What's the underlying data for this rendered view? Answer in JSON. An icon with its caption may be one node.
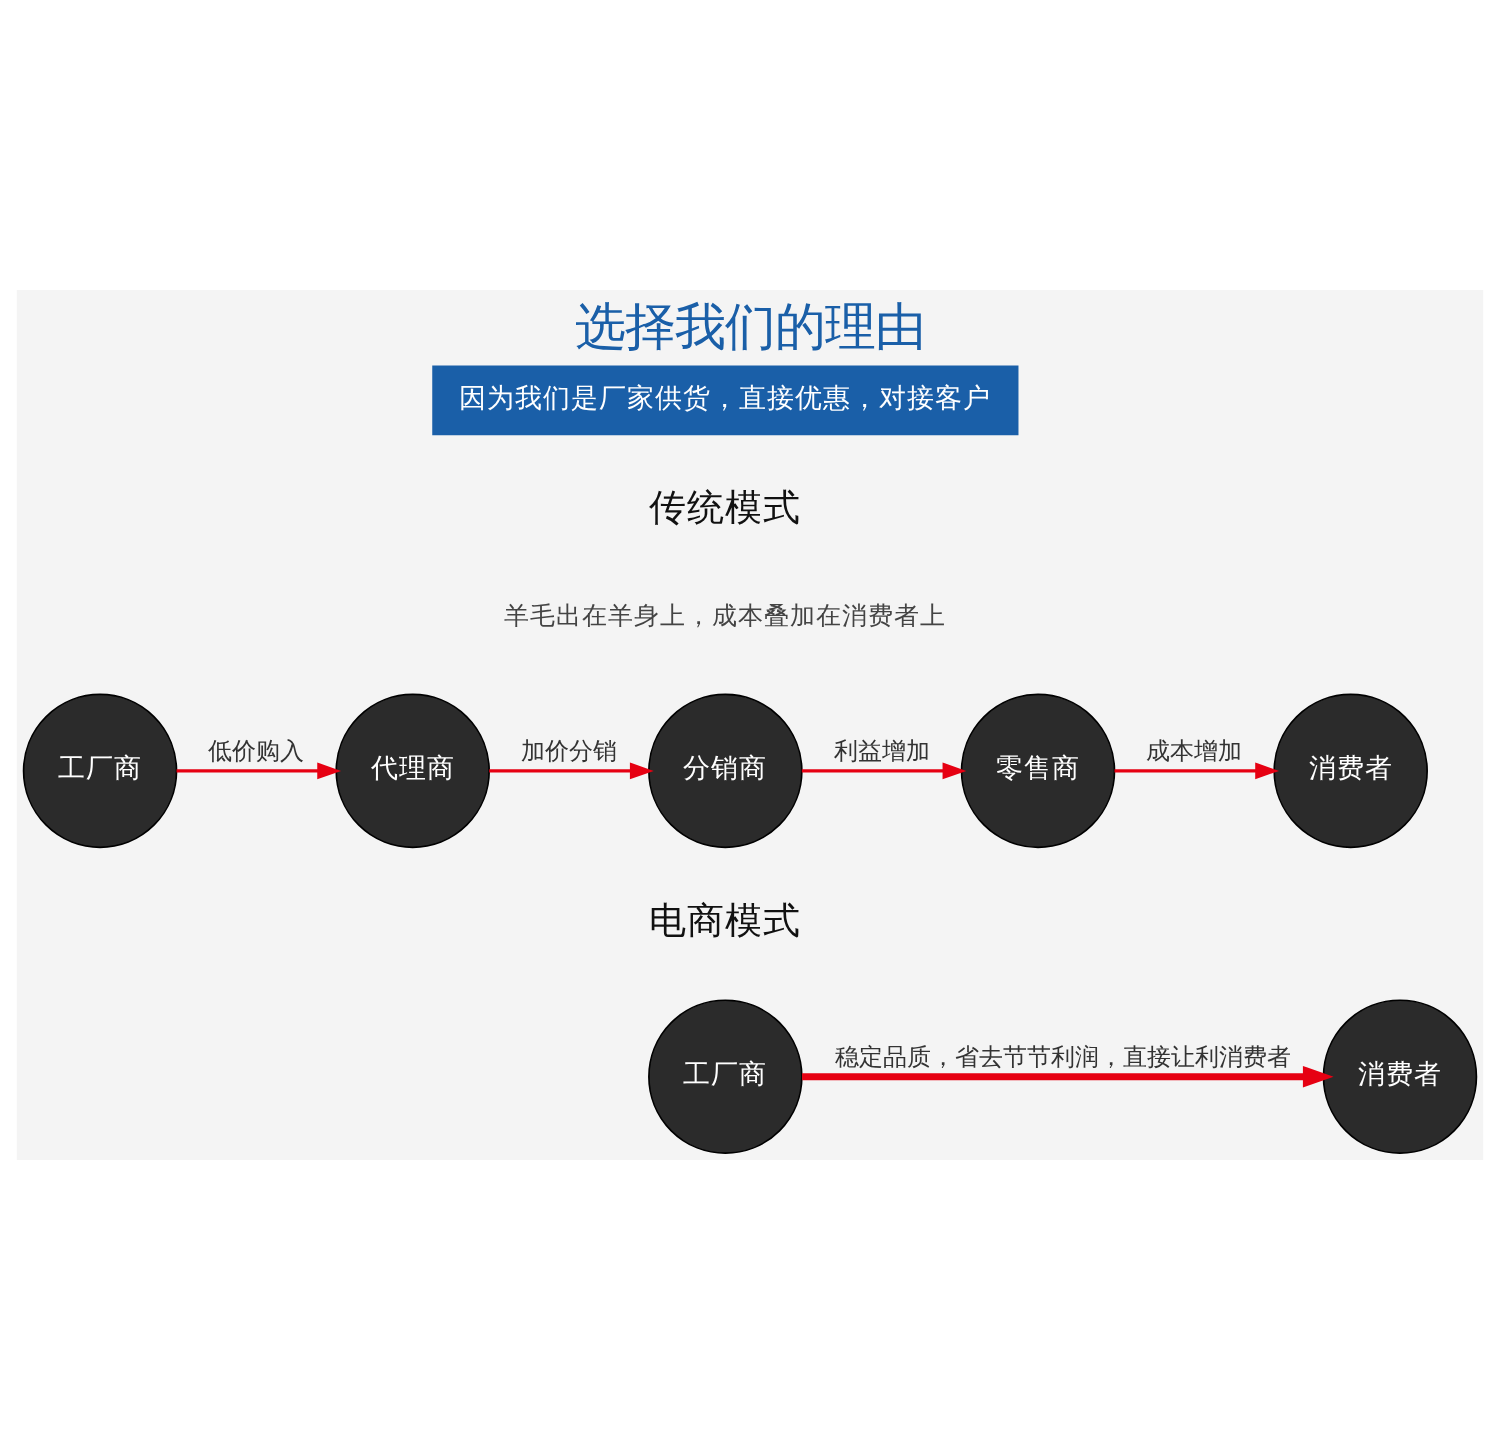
{
  "diagram": {
    "title": "选择我们的理由",
    "nodes": [
      {
        "text": [
          "工厂商"
        ]
      },
      {
        "text": [
          "代理商"
        ]
      },
      {
        "text": [
          "分销商"
        ]
      },
      {
        "text": [
          "零售商"
        ]
      },
      {
        "text": [
          "消费者"
        ]
      },
      {
        "text": [
          "工厂商"
        ]
      },
      {
        "text": [
          "消费者"
        ]
      }
    ],
    "edges": [
      {
        "from": 0,
        "to": 1,
        "arrow": "to",
        "label": "低价购入",
        "color": "#e60012"
      },
      {
        "from": 1,
        "to": 2,
        "arrow": "to",
        "label": "加价分销",
        "color": "#e60012"
      },
      {
        "from": 2,
        "to": 3,
        "arrow": "to",
        "label": "利益增加",
        "color": "#e60012"
      },
      {
        "from": 3,
        "to": 4,
        "arrow": "to",
        "label": "成本增加",
        "color": "#e60012"
      },
      {
        "from": 5,
        "to": 6,
        "arrow": "to",
        "label": "稳定品质，省去节节利润，直接让利消费者",
        "style": "thick",
        "color": "#e60012"
      }
    ],
    "labels": [
      "因为我们是厂家供货，直接优惠，对接客户",
      "传统模式",
      "羊毛出在羊身上，成本叠加在消费者上",
      "电商模式"
    ]
  }
}
